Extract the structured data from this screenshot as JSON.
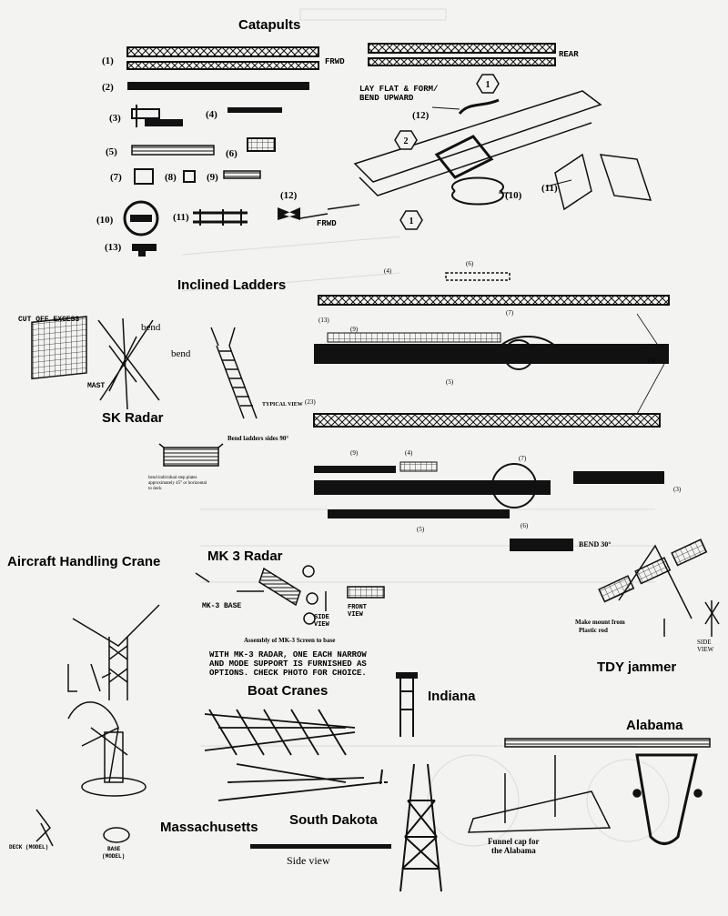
{
  "headings": {
    "catapults": "Catapults",
    "inclined_ladders": "Inclined Ladders",
    "sk_radar": "SK Radar",
    "mk3_radar": "MK 3 Radar",
    "aircraft_crane": "Aircraft Handling Crane",
    "boat_cranes": "Boat Cranes",
    "indiana": "Indiana",
    "tdy_jammer": "TDY jammer",
    "alabama": "Alabama",
    "massachusetts": "Massachusetts",
    "south_dakota": "South Dakota"
  },
  "catapult_numbers": [
    "(1)",
    "(2)",
    "(3)",
    "(4)",
    "(5)",
    "(6)",
    "(7)",
    "(8)",
    "(9)",
    "(10)",
    "(11)",
    "(12)",
    "(13)"
  ],
  "labels": {
    "frwd": "FRWD",
    "rear": "REAR",
    "lay_flat": "LAY FLAT & FORM/",
    "bend_upward": "BEND UPWARD",
    "frwd_lower": "FRWD",
    "cut_off_excess": "CUT OFF EXCESS",
    "bend": "bend",
    "bend2": "bend",
    "mast": "MAST",
    "typical_view": "TYPICAL VIEW",
    "bend_ladders": "Bend ladders sides 90°",
    "bend_mesh_1": "bend individual step plates",
    "bend_mesh_2": "approximately 45° or horizontal",
    "bend_mesh_3": "to deck",
    "mk3_base": "MK-3 BASE",
    "side_view": "SIDE",
    "side_view2": "VIEW",
    "front_view": "FRONT",
    "front_view2": "VIEW",
    "assembly_mk3": "Assembly of MK-3 Screen to base",
    "mk3_note_1": "WITH MK-3 RADAR, ONE EACH NARROW",
    "mk3_note_2": "AND MODE SUPPORT IS FURNISHED AS",
    "mk3_note_3": "OPTIONS.  CHECK PHOTO FOR CHOICE.",
    "bend_30": "BEND 30°",
    "make_mount_1": "Make mount from",
    "make_mount_2": "Plastic rod",
    "side_right_1": "SIDE",
    "side_right_2": "VIEW",
    "deck_model": "DECK (MODEL)",
    "base_model_1": "BASE",
    "base_model_2": "(MODEL)",
    "side_view_bottom": "Side view",
    "funnel_1": "Funnel cap for",
    "funnel_2": "the Alabama",
    "ladder_13": "(13)",
    "ladder_23": "(23)",
    "ladder_4": "(4)",
    "ladder_6": "(6)",
    "ladder_9": "(9)",
    "ladder_7": "(7)",
    "ladder_3": "(3)",
    "ladder_5": "(5)"
  },
  "hex_parts": [
    "1",
    "2",
    "1"
  ]
}
